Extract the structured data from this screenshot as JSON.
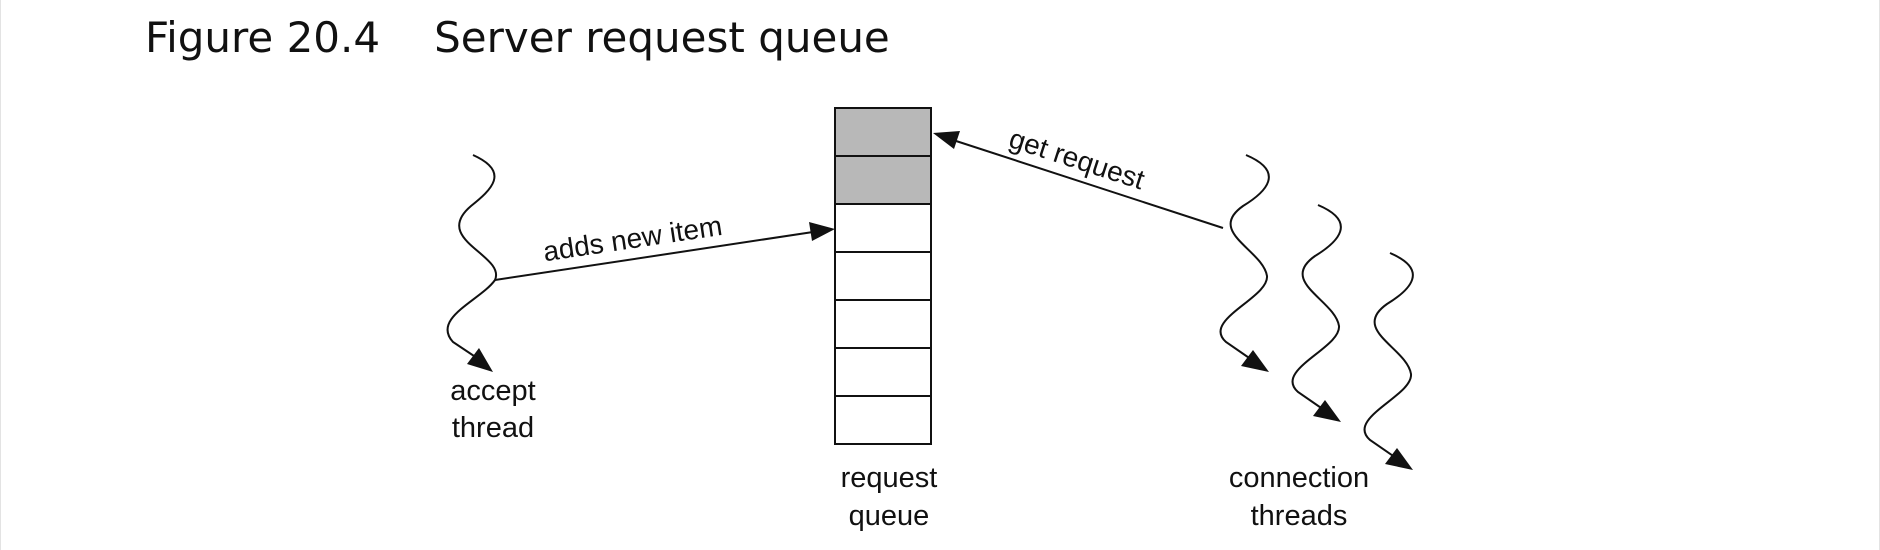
{
  "figure": {
    "number": "Figure 20.4",
    "title": "Server request queue"
  },
  "diagram": {
    "queue_slots_total": 7,
    "queue_slots_filled": 2,
    "filled_color": "#b8b8b8",
    "labels": {
      "accept_thread": [
        "accept",
        "thread"
      ],
      "request_queue": [
        "request",
        "queue"
      ],
      "connection_threads": [
        "connection",
        "threads"
      ],
      "adds_new_item": "adds new item",
      "get_request": "get request"
    }
  }
}
